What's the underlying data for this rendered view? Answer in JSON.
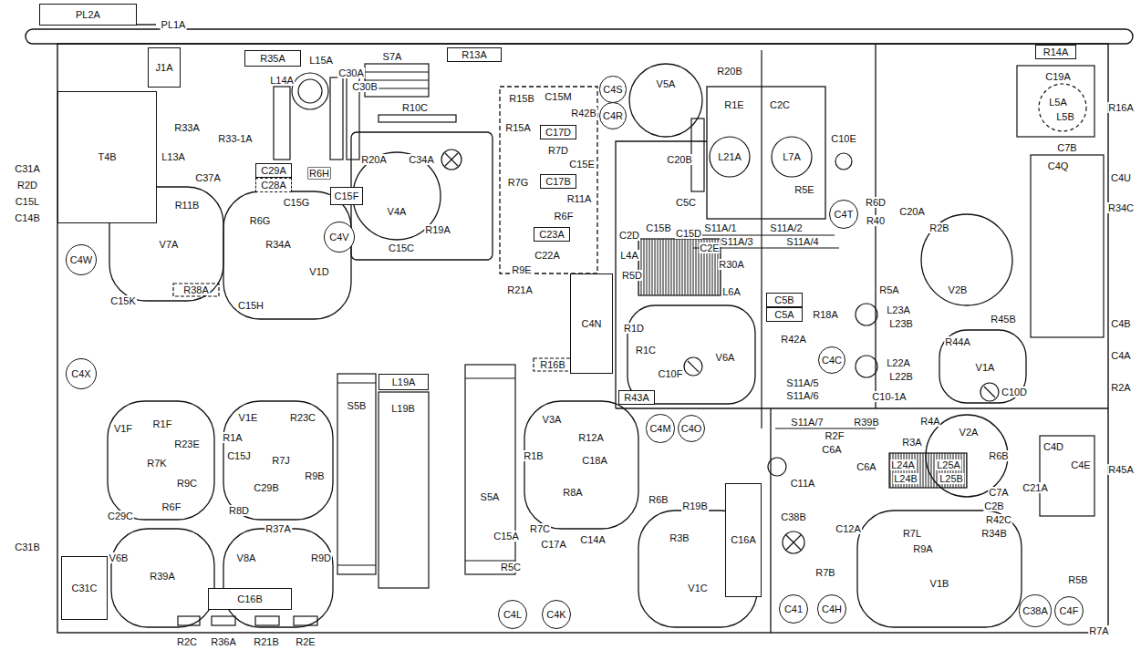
{
  "diagram": {
    "nodes": [
      {
        "text": [
          "PL2A"
        ]
      },
      {
        "text": [
          "J1A"
        ]
      },
      {
        "text": [
          "R35A"
        ]
      },
      {
        "text": [
          "C29A"
        ]
      },
      {
        "text": [
          "C28A"
        ]
      },
      {
        "text": [
          "T4B"
        ]
      },
      {
        "text": [
          "C15F"
        ]
      },
      {
        "text": [
          "R13A"
        ]
      },
      {
        "text": [
          "R14A"
        ]
      },
      {
        "text": [
          "C17D"
        ]
      },
      {
        "text": [
          "C17B"
        ]
      },
      {
        "text": [
          "C23A"
        ]
      },
      {
        "text": [
          "C4N"
        ]
      },
      {
        "text": [
          "C4S"
        ]
      },
      {
        "text": [
          "C4R"
        ]
      },
      {
        "text": [
          "C4V"
        ]
      },
      {
        "text": [
          "C4W"
        ]
      },
      {
        "text": [
          "C4X"
        ]
      },
      {
        "text": [
          "C4T"
        ]
      },
      {
        "text": [
          "C4C"
        ]
      },
      {
        "text": [
          "C5B"
        ]
      },
      {
        "text": [
          "C5A"
        ]
      },
      {
        "text": [
          "L19A"
        ]
      },
      {
        "text": [
          "C16B"
        ]
      },
      {
        "text": [
          "C31C"
        ]
      },
      {
        "text": [
          "C16A"
        ]
      },
      {
        "text": [
          "C4M"
        ]
      },
      {
        "text": [
          "C4O"
        ]
      },
      {
        "text": [
          "C4L"
        ]
      },
      {
        "text": [
          "C4K"
        ]
      },
      {
        "text": [
          "R43A"
        ]
      },
      {
        "text": [
          "C41"
        ]
      },
      {
        "text": [
          "C4H"
        ]
      },
      {
        "text": [
          "C38A"
        ]
      },
      {
        "text": [
          "C4F"
        ]
      }
    ],
    "labels": [
      "PL1A",
      "S7A",
      "R10C",
      "L15A",
      "L14A",
      "C30A",
      "C30B",
      "R6H",
      "R33A",
      "R33-1A",
      "L13A",
      "C37A",
      "R11B",
      "V7A",
      "C31A",
      "R2D",
      "C15L",
      "C14B",
      "C15K",
      "C15G",
      "R6G",
      "R34A",
      "V1D",
      "C15H",
      "R38A",
      "R20A",
      "C34A",
      "V4A",
      "R19A",
      "C15C",
      "R15B",
      "C15M",
      "R42B",
      "R15A",
      "R7D",
      "C15E",
      "R7G",
      "R11A",
      "R6F",
      "C22A",
      "R9E",
      "R21A",
      "R16B",
      "V5A",
      "R20B",
      "C20B",
      "C5C",
      "R1E",
      "C2C",
      "L21A",
      "L7A",
      "R5E",
      "S11A/1",
      "S11A/2",
      "S11A/3",
      "S11A/4",
      "C10E",
      "C19A",
      "L5A",
      "L5B",
      "R16A",
      "C7B",
      "C4Q",
      "C4U",
      "R34C",
      "R6D",
      "C20A",
      "R40",
      "R2B",
      "V2B",
      "R45B",
      "C4B",
      "C4A",
      "R2A",
      "R5A",
      "L23A",
      "L23B",
      "R18A",
      "L22A",
      "L22B",
      "R42A",
      "C10-1A",
      "R44A",
      "V1A",
      "C10D",
      "C2D",
      "C15B",
      "C15D",
      "C2E",
      "L4A",
      "R30A",
      "R5D",
      "L6A",
      "R1D",
      "R1C",
      "C10F",
      "V6A",
      "S11A/5",
      "S11A/6",
      "S11A/7",
      "R39B",
      "R2F",
      "C6A",
      "R4A",
      "R3A",
      "V2A",
      "R6B",
      "L24A",
      "L24B",
      "L25A",
      "L25B",
      "C6A",
      "C4D",
      "C4E",
      "R45A",
      "C21A",
      "C7A",
      "C2B",
      "R42C",
      "R34B",
      "C11A",
      "C38B",
      "C12A",
      "R7L",
      "R9A",
      "V1B",
      "R7B",
      "R5B",
      "R7A",
      "C31B",
      "C29C",
      "V1F",
      "R1F",
      "R23E",
      "R7K",
      "R9C",
      "R6F",
      "V6B",
      "R39A",
      "R2C",
      "R36A",
      "R21B",
      "R2E",
      "V1E",
      "R23C",
      "R1A",
      "C15J",
      "R7J",
      "R9B",
      "C29B",
      "R8D",
      "R37A",
      "V8A",
      "R9D",
      "S5B",
      "L19B",
      "S5A",
      "V3A",
      "R12A",
      "R1B",
      "C18A",
      "R8A",
      "R6B",
      "C15A",
      "R7C",
      "C17A",
      "R5C",
      "C14A",
      "R19B",
      "R3B",
      "V1C"
    ]
  }
}
